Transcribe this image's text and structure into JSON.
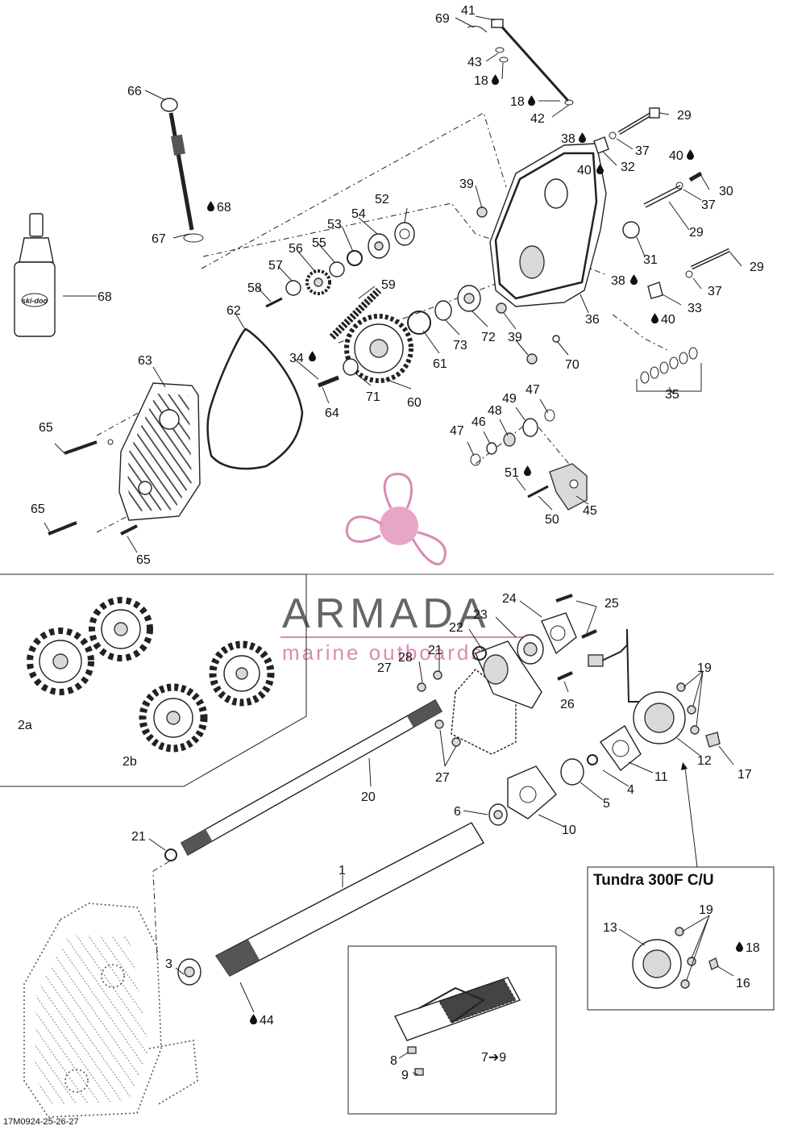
{
  "drawing_code": "17M0924-25-26-27",
  "watermark": {
    "brand": "ARMADA",
    "tagline": "marine outboards",
    "color": "#d98bb3"
  },
  "bottle_brand": "ski-doo",
  "inset_title": "Tundra 300F C/U",
  "labels": {
    "l1": "1",
    "l2a": "2a",
    "l2b": "2b",
    "l3": "3",
    "l4": "4",
    "l5": "5",
    "l6": "6",
    "l7": "7➔9",
    "l8": "8",
    "l9": "9",
    "l10": "10",
    "l11": "11",
    "l12": "12",
    "l13": "13",
    "l16": "16",
    "l17": "17",
    "l18a": "18",
    "l18b": "18",
    "l18c": "18",
    "l19a": "19",
    "l19b": "19",
    "l20": "20",
    "l21a": "21",
    "l21b": "21",
    "l22": "22",
    "l23": "23",
    "l24": "24",
    "l25": "25",
    "l26": "26",
    "l27a": "27",
    "l27b": "27",
    "l28": "28",
    "l29a": "29",
    "l29b": "29",
    "l29c": "29",
    "l30": "30",
    "l31": "31",
    "l32": "32",
    "l33": "33",
    "l34": "34",
    "l35": "35",
    "l36": "36",
    "l37a": "37",
    "l37b": "37",
    "l37c": "37",
    "l38a": "38",
    "l38b": "38",
    "l39a": "39",
    "l39b": "39",
    "l40a": "40",
    "l40b": "40",
    "l40c": "40",
    "l41": "41",
    "l42": "42",
    "l43": "43",
    "l44": "44",
    "l45": "45",
    "l46": "46",
    "l47a": "47",
    "l47b": "47",
    "l48": "48",
    "l49": "49",
    "l50": "50",
    "l51": "51",
    "l52": "52",
    "l53": "53",
    "l54": "54",
    "l55": "55",
    "l56": "56",
    "l57": "57",
    "l58": "58",
    "l59": "59",
    "l60": "60",
    "l61": "61",
    "l62": "62",
    "l63": "63",
    "l64": "64",
    "l65a": "65",
    "l65b": "65",
    "l65c": "65",
    "l66": "66",
    "l67": "67",
    "l68a": "68",
    "l68b": "68",
    "l69": "69",
    "l70": "70",
    "l71": "71",
    "l72": "72",
    "l73": "73"
  }
}
